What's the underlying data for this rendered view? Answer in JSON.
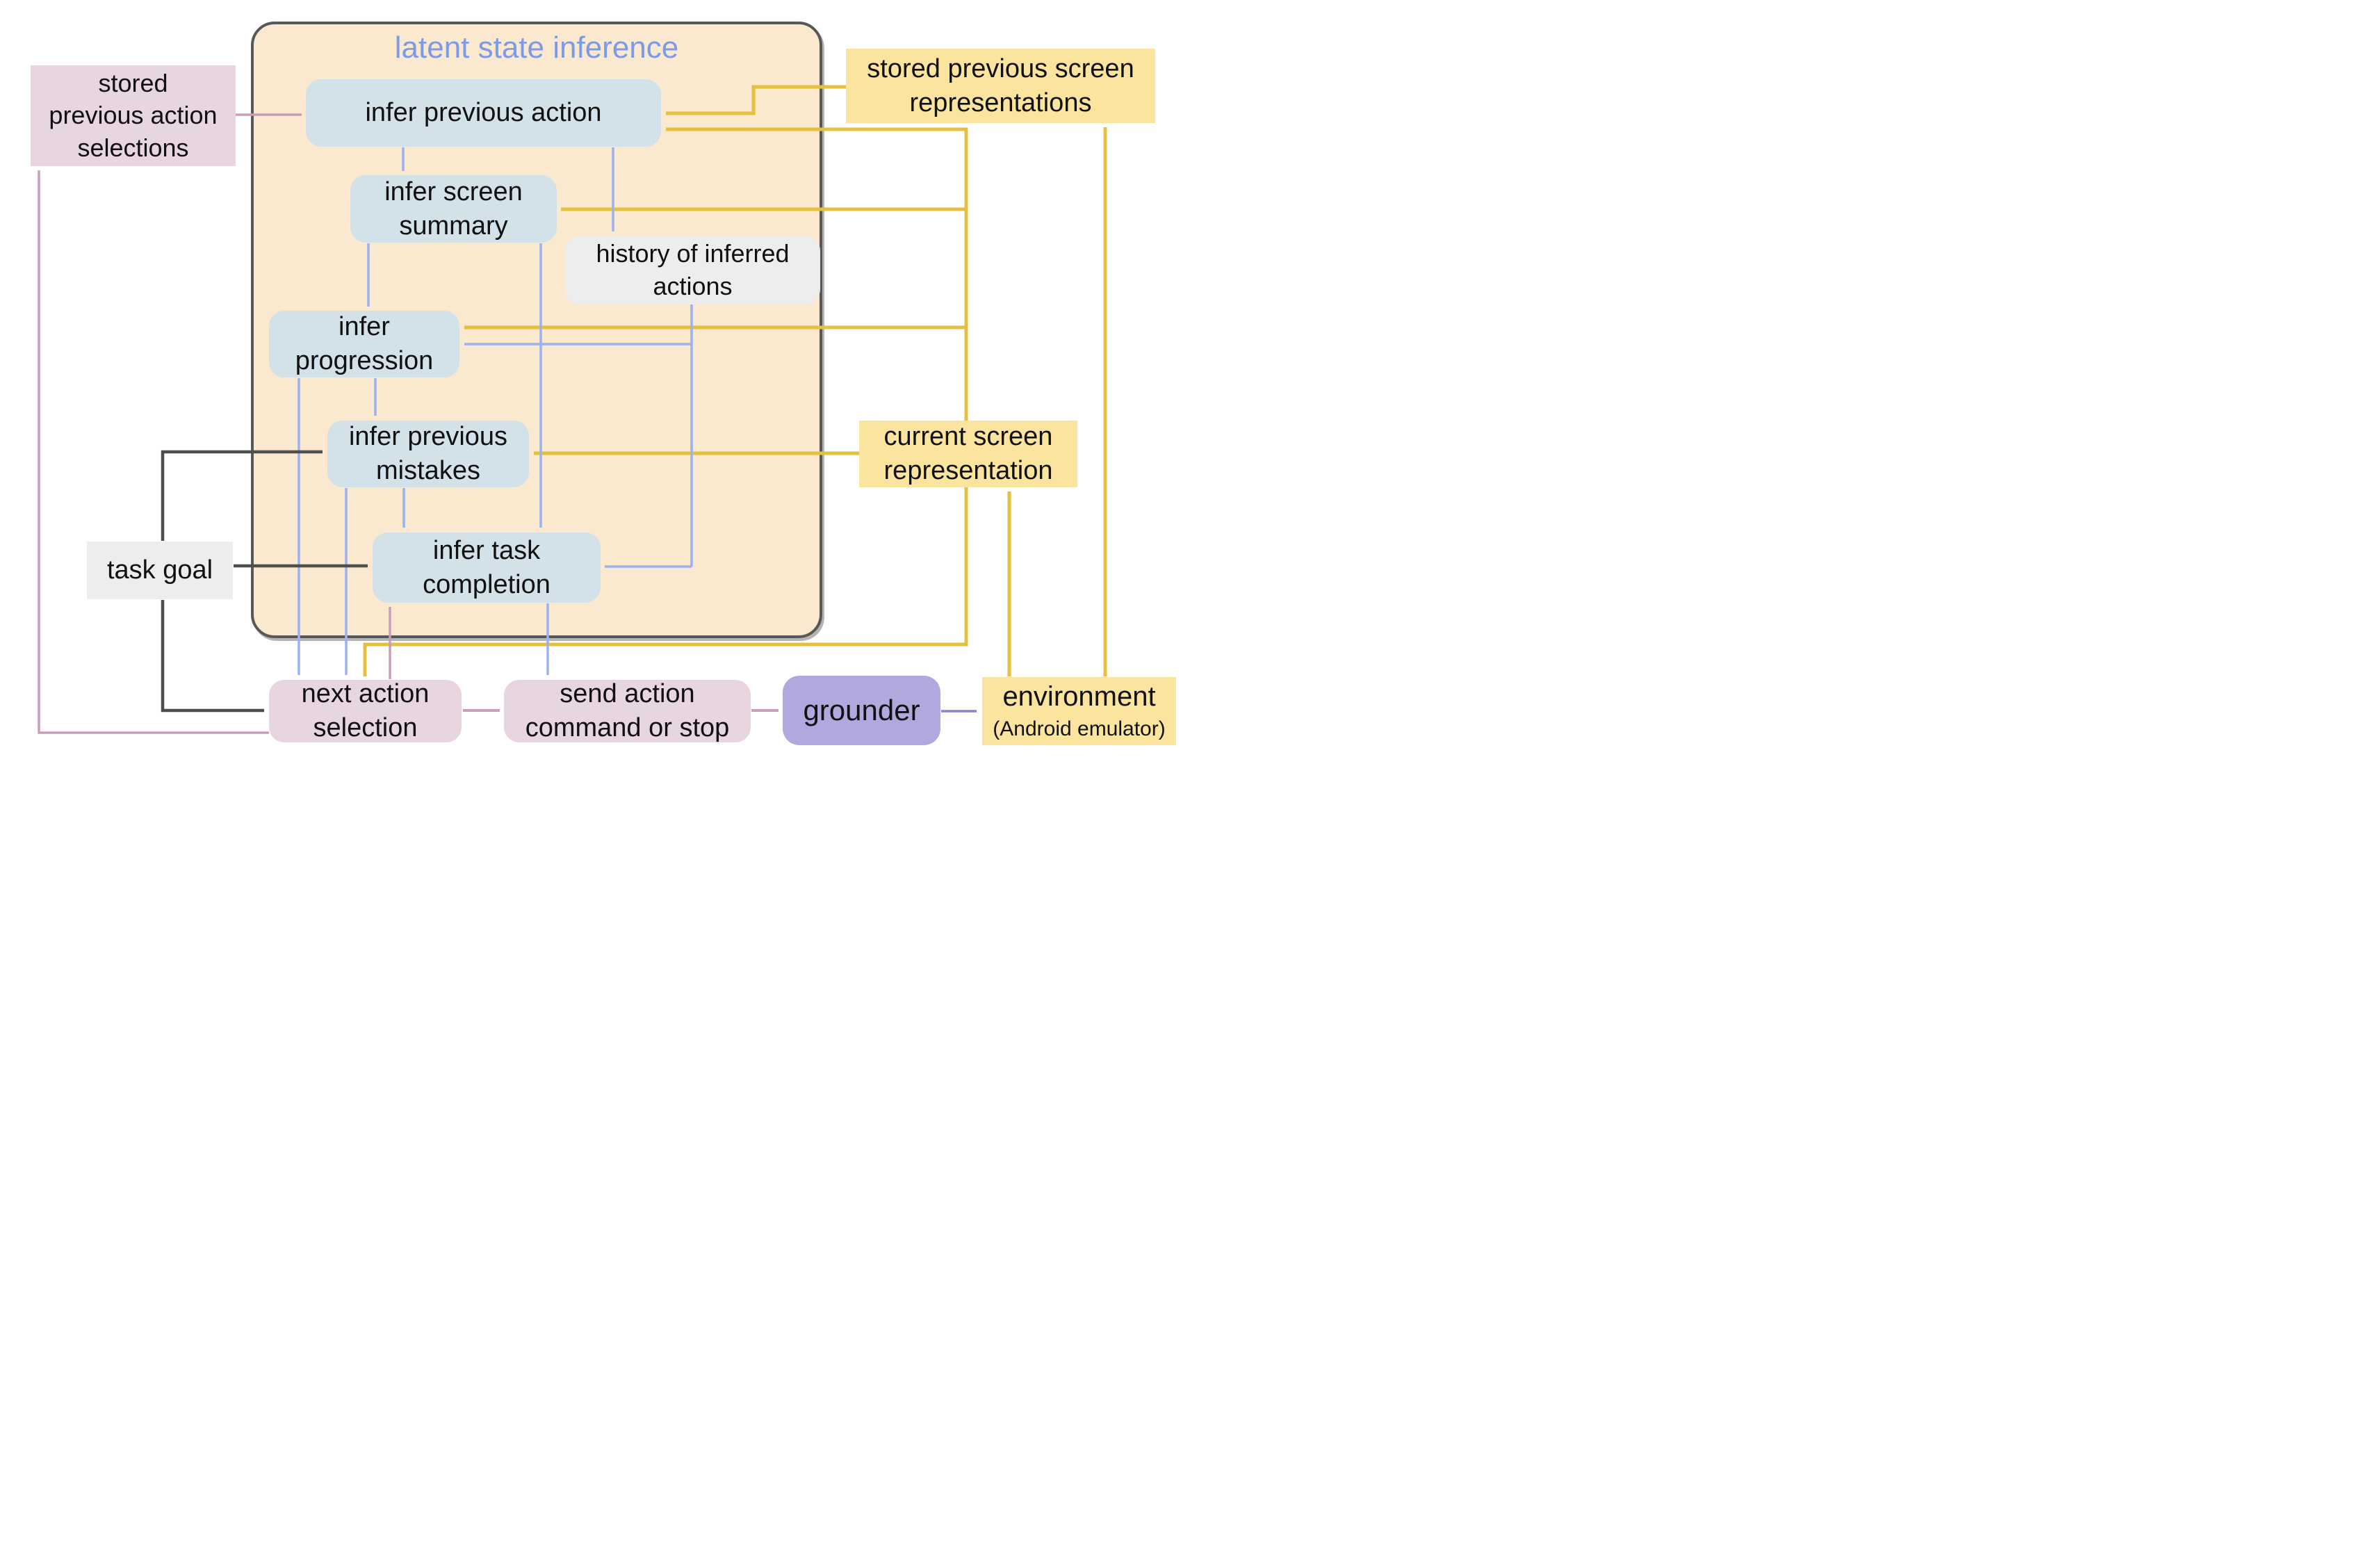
{
  "title": "latent state inference",
  "nodes": {
    "stored_prev_actions": {
      "label": "stored\nprevious action\nselections"
    },
    "infer_prev_action": {
      "label": "infer previous action"
    },
    "infer_screen_summary": {
      "label": "infer screen\nsummary"
    },
    "history": {
      "label": "history of inferred\nactions"
    },
    "infer_progression": {
      "label": "infer\nprogression"
    },
    "infer_prev_mistakes": {
      "label": "infer previous\nmistakes"
    },
    "infer_task_completion": {
      "label": "infer task\ncompletion"
    },
    "task_goal": {
      "label": "task goal"
    },
    "stored_prev_screens": {
      "label": "stored previous screen\nrepresentations"
    },
    "current_screen": {
      "label": "current screen\nrepresentation"
    },
    "next_action": {
      "label": "next action\nselection"
    },
    "send_action": {
      "label": "send action\ncommand or stop"
    },
    "grounder": {
      "label": "grounder"
    },
    "environment": {
      "label": "environment",
      "sublabel": "(Android emulator)"
    }
  },
  "colors": {
    "container_fill": "#FAE8CF",
    "container_border": "#58585A",
    "inference_box": "#D3E1E9",
    "memory_yellow_box": "#FBE49D",
    "pink_box": "#E7D5E0",
    "gray_box": "#EDEDEE",
    "grounder_purple_box": "#B2A8DD",
    "title_text": "#7B9BE8",
    "flow_blue_arrow": "#9BB1F0",
    "flow_yellow_arrow": "#E4C03E",
    "flow_mauve_arrow": "#C79FB8",
    "flow_black_arrow": "#4E4E4E",
    "flow_purple_arrow": "#8D80D2"
  }
}
